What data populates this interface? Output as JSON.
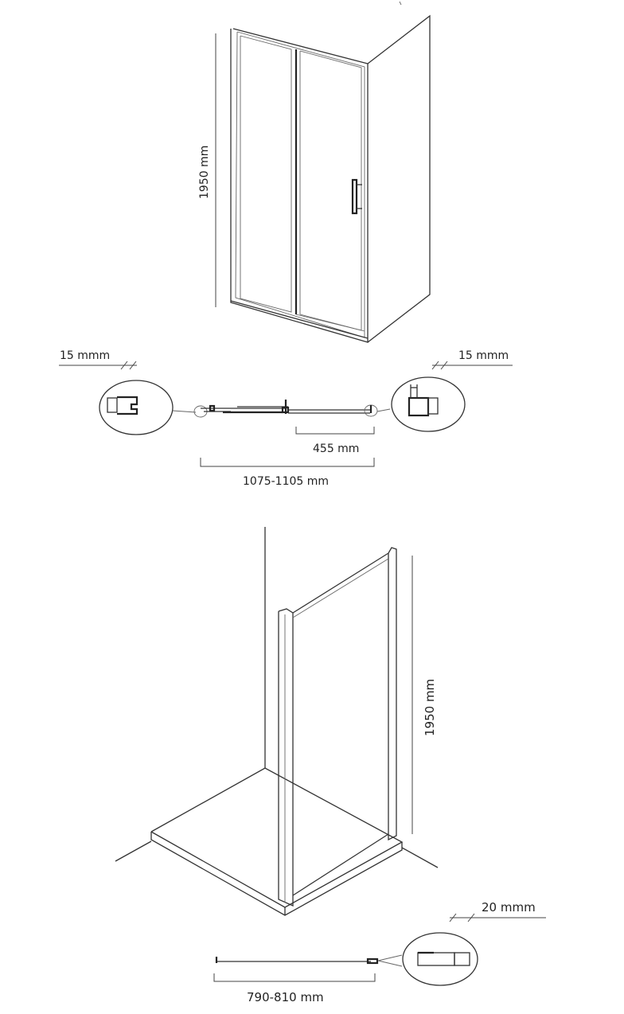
{
  "top_view": {
    "height_label": "1950 mm",
    "left_gap_label": "15 mmm",
    "right_gap_label": "15 mmm",
    "sliding_width_label": "455 mm",
    "total_width_label": "1075-1105 mm"
  },
  "bottom_view": {
    "height_label": "1950 mm",
    "gap_label": "20 mmm",
    "width_label": "790-810 mm"
  }
}
